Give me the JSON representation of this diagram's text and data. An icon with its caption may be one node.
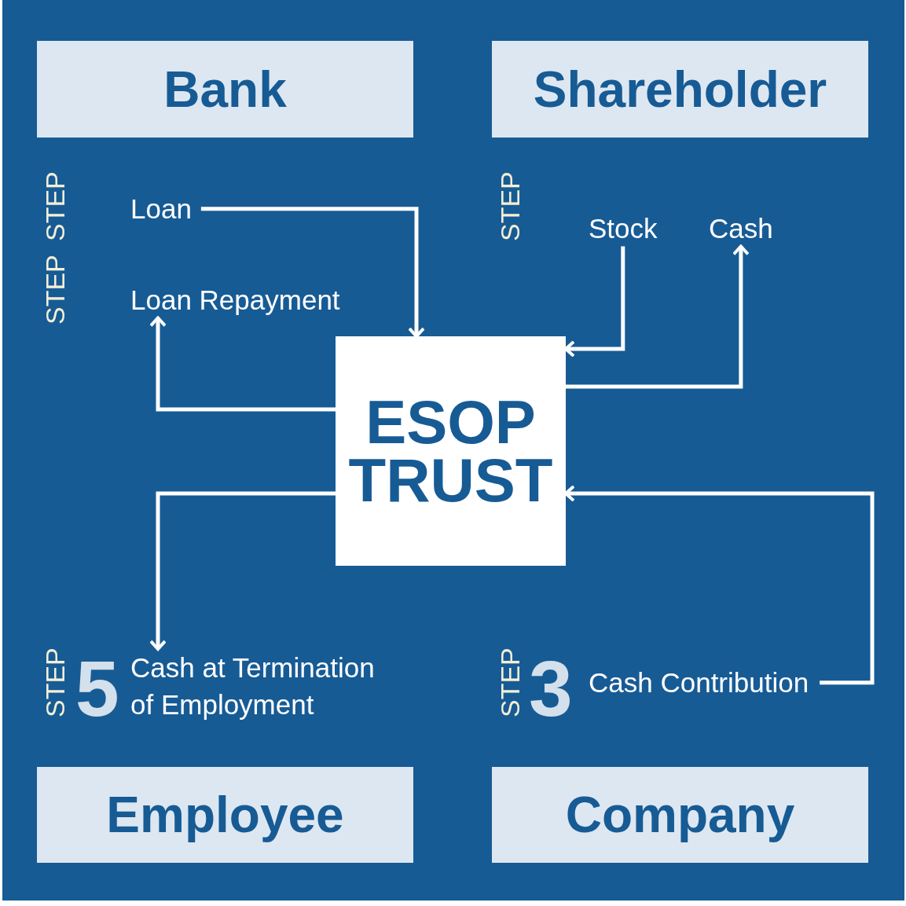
{
  "diagram": {
    "nodes": [
      {
        "text": [
          "Bank"
        ]
      },
      {
        "text": [
          "Shareholder"
        ]
      },
      {
        "text": [
          "ESOP TRUST"
        ]
      },
      {
        "text": [
          "Employee"
        ]
      },
      {
        "text": [
          "Company"
        ]
      },
      {
        "text": [
          "Loan"
        ]
      },
      {
        "text": [
          "Loan Repayment"
        ]
      },
      {
        "text": [
          "Stock"
        ]
      },
      {
        "text": [
          "Cash"
        ]
      },
      {
        "text": [
          "Cash at Termination of Employment"
        ]
      },
      {
        "text": [
          "Cash Contribution"
        ]
      }
    ],
    "edges": [
      {
        "from": 5,
        "to": 2,
        "arrow": "to"
      },
      {
        "from": 2,
        "to": 6,
        "arrow": "to"
      },
      {
        "from": 7,
        "to": 2,
        "arrow": "to"
      },
      {
        "from": 2,
        "to": 8,
        "arrow": "to"
      },
      {
        "from": 2,
        "to": 9,
        "arrow": "to"
      },
      {
        "from": 10,
        "to": 2,
        "arrow": "to"
      }
    ],
    "labels": [
      "STEP",
      "STEP",
      "STEP",
      "STEP",
      "5",
      "STEP",
      "3"
    ]
  }
}
